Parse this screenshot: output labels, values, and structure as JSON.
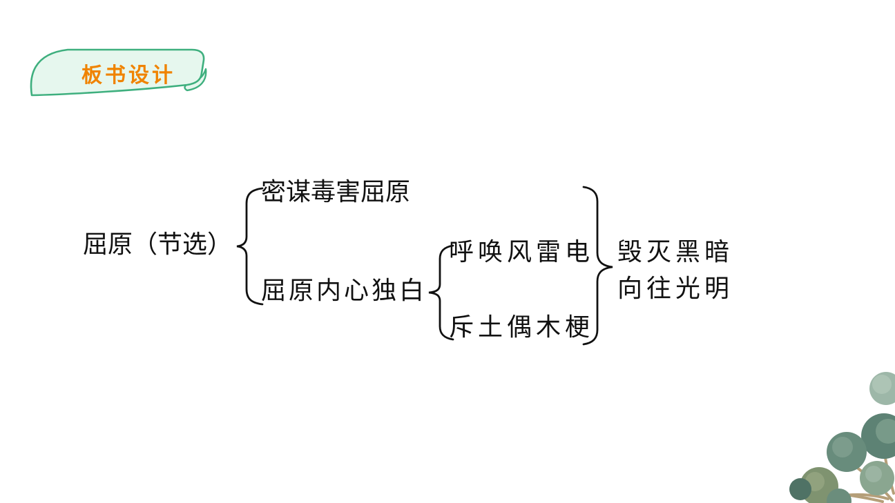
{
  "badge": {
    "label": "板书设计",
    "colors": {
      "border": "#3eaf7e",
      "fill": "#e6f7ee",
      "text": "#f08300"
    }
  },
  "diagram": {
    "root": "屈原（节选）",
    "branches": [
      {
        "label": "密谋毒害屈原"
      },
      {
        "label": "屈原内心独白",
        "children": [
          {
            "label": "呼唤风雷电"
          },
          {
            "label": "斥土偶木梗"
          }
        ]
      }
    ],
    "conclusion": {
      "line1": "毁灭黑暗",
      "line2": "向往光明"
    },
    "text_color": "#111111"
  },
  "decoration": {
    "name": "eucalyptus-watercolor",
    "leaf_colors": [
      "#9db7a8",
      "#5d8274",
      "#688c7c",
      "#7f9370",
      "#8aa690",
      "#4f7265"
    ],
    "stem_color": "#a98f62"
  }
}
